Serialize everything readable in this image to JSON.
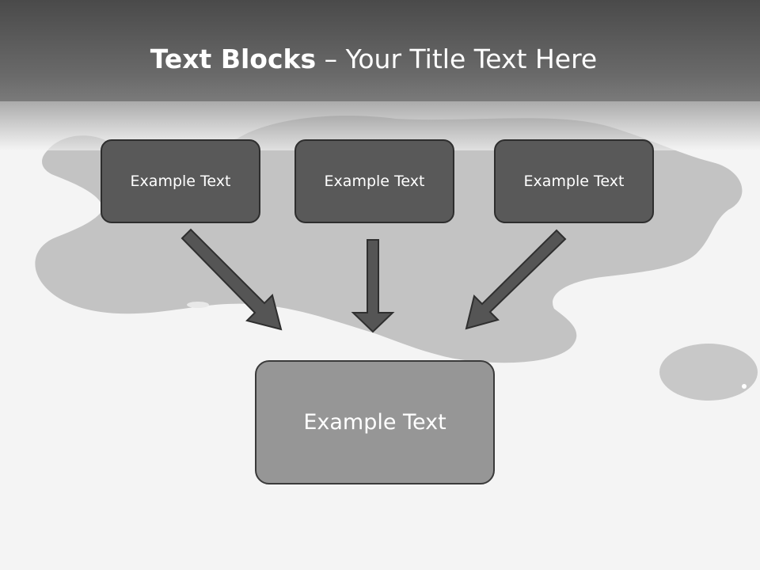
{
  "title": {
    "bold": "Text Blocks",
    "rest": " – Your Title Text Here"
  },
  "boxes": {
    "left": "Example Text",
    "center": "Example Text",
    "right": "Example Text",
    "bottom": "Example Text"
  },
  "colors": {
    "header": "#4f4f4f",
    "box_top": "#595959",
    "box_bottom": "#969696",
    "arrow": "#555555",
    "background": "#f4f4f4"
  }
}
